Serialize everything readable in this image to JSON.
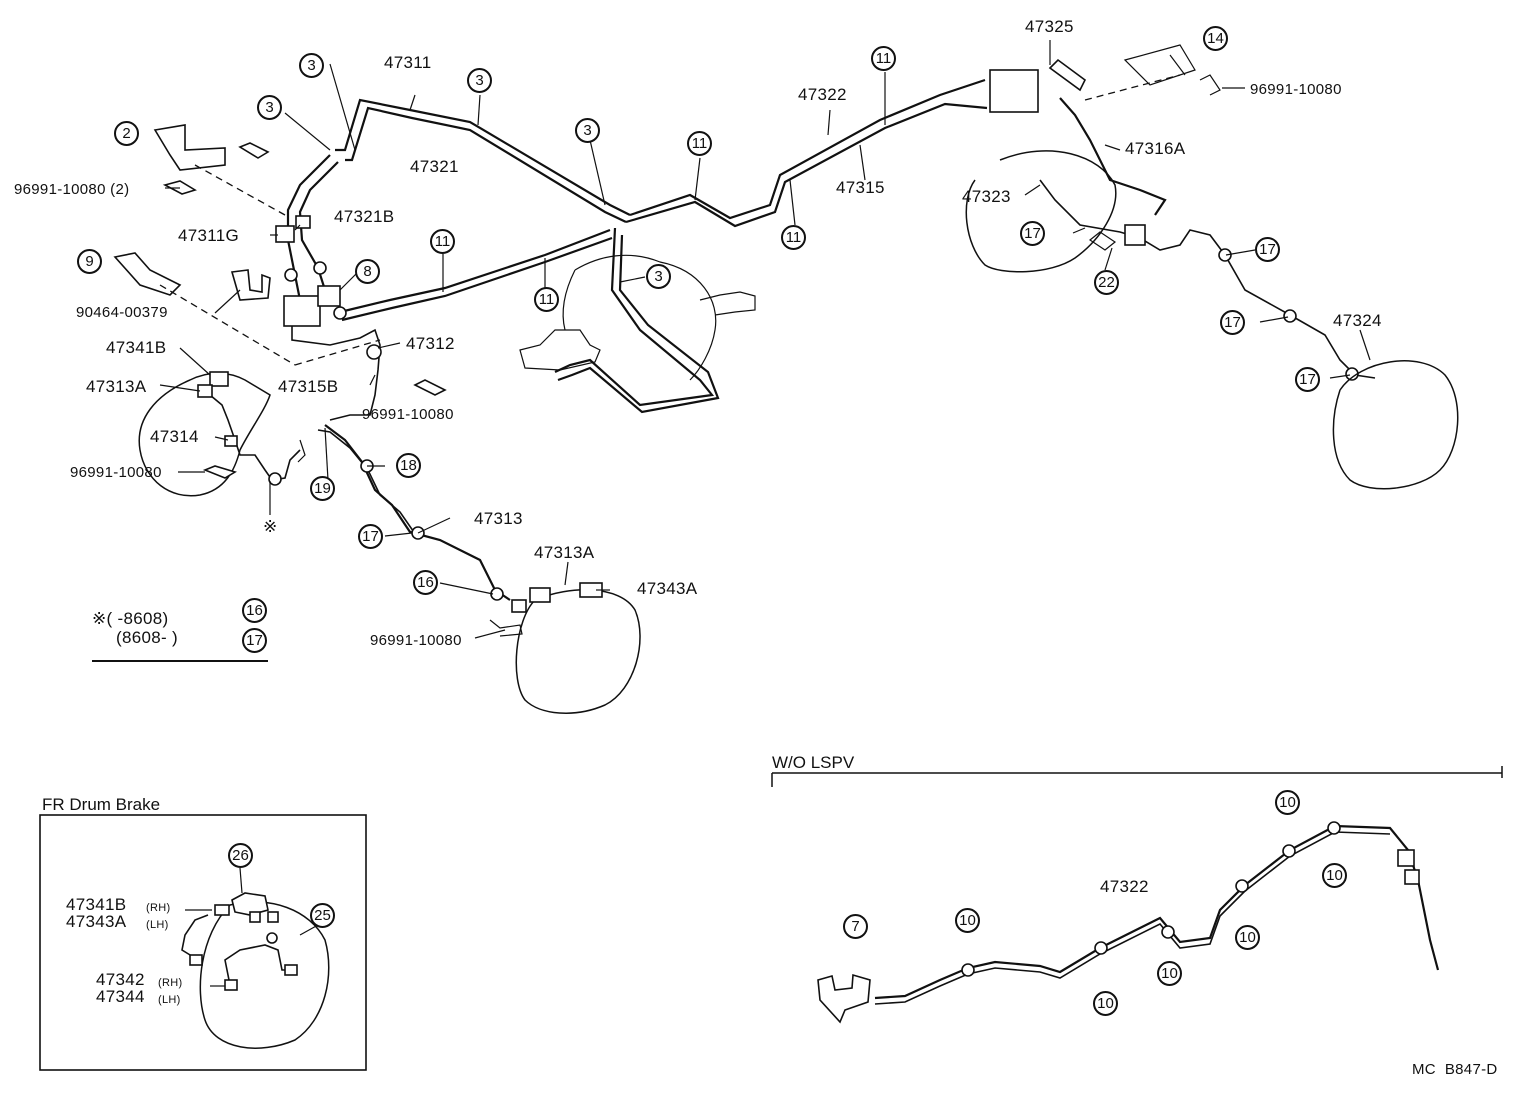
{
  "figure_code": "MC  B847-D",
  "part_numbers": {
    "p47311": "47311",
    "p47321": "47321",
    "p47321B": "47321B",
    "p47311G": "47311G",
    "p47322": "47322",
    "p47315": "47315",
    "p47325": "47325",
    "p47316A": "47316A",
    "p47323": "47323",
    "p47324": "47324",
    "p47312": "47312",
    "p47315B": "47315B",
    "p47341B": "47341B",
    "p47313A_left": "47313A",
    "p47314": "47314",
    "p47313": "47313",
    "p47313A_center": "47313A",
    "p47343A": "47343A",
    "clip_2": "96991-10080 (2)",
    "clip_a": "96991-10080",
    "clip_b": "96991-10080",
    "clip_c": "96991-10080",
    "clip_d": "96991-10080",
    "bolt": "90464-00379"
  },
  "callouts": {
    "c2": "2",
    "c3a": "3",
    "c3b": "3",
    "c3c": "3",
    "c3d": "3",
    "c3e": "3",
    "c8": "8",
    "c9": "9",
    "c11a": "11",
    "c11b": "11",
    "c11c": "11",
    "c11d": "11",
    "c11e": "11",
    "c14": "14",
    "c16": "16",
    "c17a": "17",
    "c17b": "17",
    "c17c": "17",
    "c17d": "17",
    "c17e": "17",
    "c18": "18",
    "c19": "19",
    "c22": "22"
  },
  "footnote": {
    "symbol": "※",
    "row1_range": "※(       -8608)",
    "row1_ref": "16",
    "row2_range": "(8608-        )",
    "row2_ref": "17"
  },
  "drum_inset": {
    "title": "FR Drum Brake",
    "p47341B": "47341B",
    "p47341B_side": "(RH)",
    "p47343A": "47343A",
    "p47343A_side": "(LH)",
    "p47342": "47342",
    "p47342_side": "(RH)",
    "p47344": "47344",
    "p47344_side": "(LH)",
    "c26": "26",
    "c25": "25"
  },
  "wo_lspv": {
    "title": "W/O LSPV",
    "p47322": "47322",
    "c7": "7",
    "c10": "10"
  }
}
